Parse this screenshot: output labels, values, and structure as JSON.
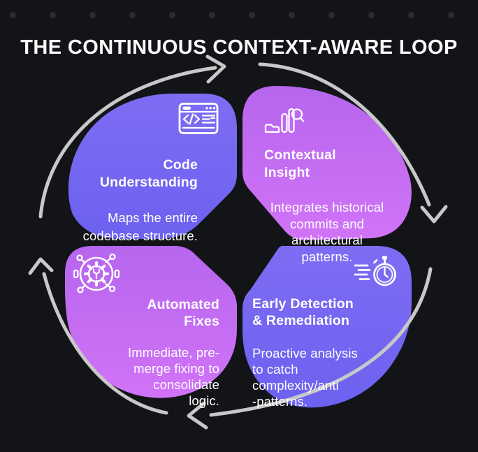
{
  "title": "THE CONTINUOUS CONTEXT-AWARE LOOP",
  "decor": {
    "top_dot_count": 12
  },
  "colors": {
    "background": "#131418",
    "top_dot": "#2b2c31",
    "arrow": "#c8c8c8",
    "heading_text": "#fafafa",
    "petal_text": "#ffffff",
    "blue_petal_top": "#7e6df3",
    "blue_petal_bottom": "#6c61f0",
    "magenta_petal_top": "#b666ee",
    "magenta_petal_bottom": "#d173f7"
  },
  "petals": [
    {
      "id": "code-understanding",
      "position": "top-left",
      "color": "blue",
      "icon": "browser-code-icon",
      "title": "Code\nUnderstanding",
      "body": "Maps the entire\ncodebase structure."
    },
    {
      "id": "contextual-insight",
      "position": "top-right",
      "color": "magenta",
      "icon": "chart-search-icon",
      "title": "Contextual\nInsight",
      "body": "Integrates historical\ncommits and\narchitectural\npatterns."
    },
    {
      "id": "automated-fixes",
      "position": "bottom-left",
      "color": "magenta",
      "icon": "automation-gear-icon",
      "title": "Automated\nFixes",
      "body": "Immediate, pre-\nmerge fixing to\nconsolidate\nlogic."
    },
    {
      "id": "early-detection-remediation",
      "position": "bottom-right",
      "color": "blue",
      "icon": "stopwatch-icon",
      "title": "Early Detection\n& Remediation",
      "body": "Proactive analysis\nto catch\ncomplexity/anti\n-patterns."
    }
  ],
  "arrows": [
    {
      "id": "left-arrow",
      "points_to": "top"
    },
    {
      "id": "top-arrow",
      "points_to": "right"
    },
    {
      "id": "right-arrow",
      "points_to": "bottom"
    },
    {
      "id": "bottom-arrow",
      "points_to": "left"
    }
  ]
}
